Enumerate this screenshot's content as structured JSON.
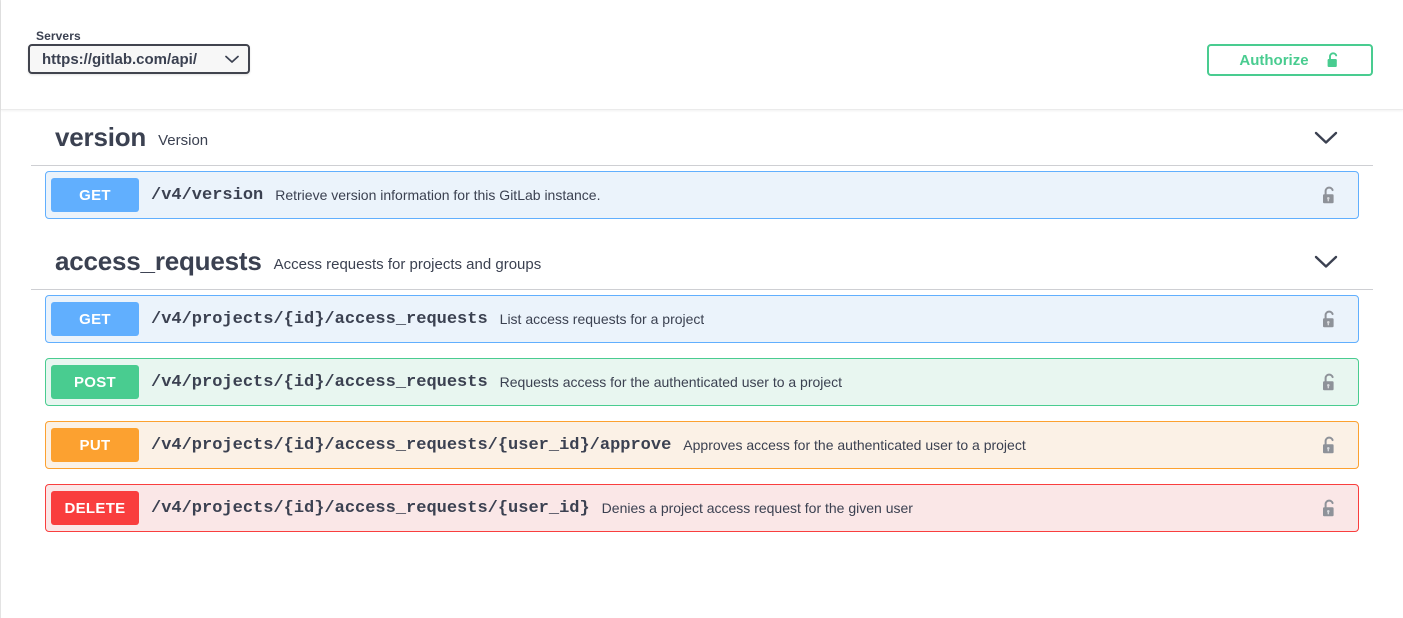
{
  "topbar": {
    "servers_label": "Servers",
    "server_selected": "https://gitlab.com/api/",
    "authorize_label": "Authorize",
    "authorize_icon": "unlock-icon",
    "server_dropdown_icon": "chevron-down-icon"
  },
  "sections": [
    {
      "name": "version",
      "description": "Version",
      "chevron_icon": "chevron-down-icon",
      "operations": [
        {
          "method": "GET",
          "method_class": "m-get",
          "row_class": "op-get",
          "path": "/v4/version",
          "description": "Retrieve version information for this GitLab instance.",
          "lock_icon": "unlock-icon"
        }
      ]
    },
    {
      "name": "access_requests",
      "description": "Access requests for projects and groups",
      "chevron_icon": "chevron-down-icon",
      "operations": [
        {
          "method": "GET",
          "method_class": "m-get",
          "row_class": "op-get",
          "path": "/v4/projects/{id}/access_requests",
          "description": "List access requests for a project",
          "lock_icon": "unlock-icon"
        },
        {
          "method": "POST",
          "method_class": "m-post",
          "row_class": "op-post",
          "path": "/v4/projects/{id}/access_requests",
          "description": "Requests access for the authenticated user to a project",
          "lock_icon": "unlock-icon"
        },
        {
          "method": "PUT",
          "method_class": "m-put",
          "row_class": "op-put",
          "path": "/v4/projects/{id}/access_requests/{user_id}/approve",
          "description": "Approves access for the authenticated user to a project",
          "lock_icon": "unlock-icon"
        },
        {
          "method": "DELETE",
          "method_class": "m-delete",
          "row_class": "op-delete",
          "path": "/v4/projects/{id}/access_requests/{user_id}",
          "description": "Denies a project access request for the given user",
          "lock_icon": "unlock-icon"
        }
      ]
    }
  ],
  "colors": {
    "get": "#61affe",
    "post": "#49cc90",
    "put": "#fca130",
    "delete": "#f93e3e",
    "text": "#3b4151",
    "authorize_green": "#49cc90"
  }
}
